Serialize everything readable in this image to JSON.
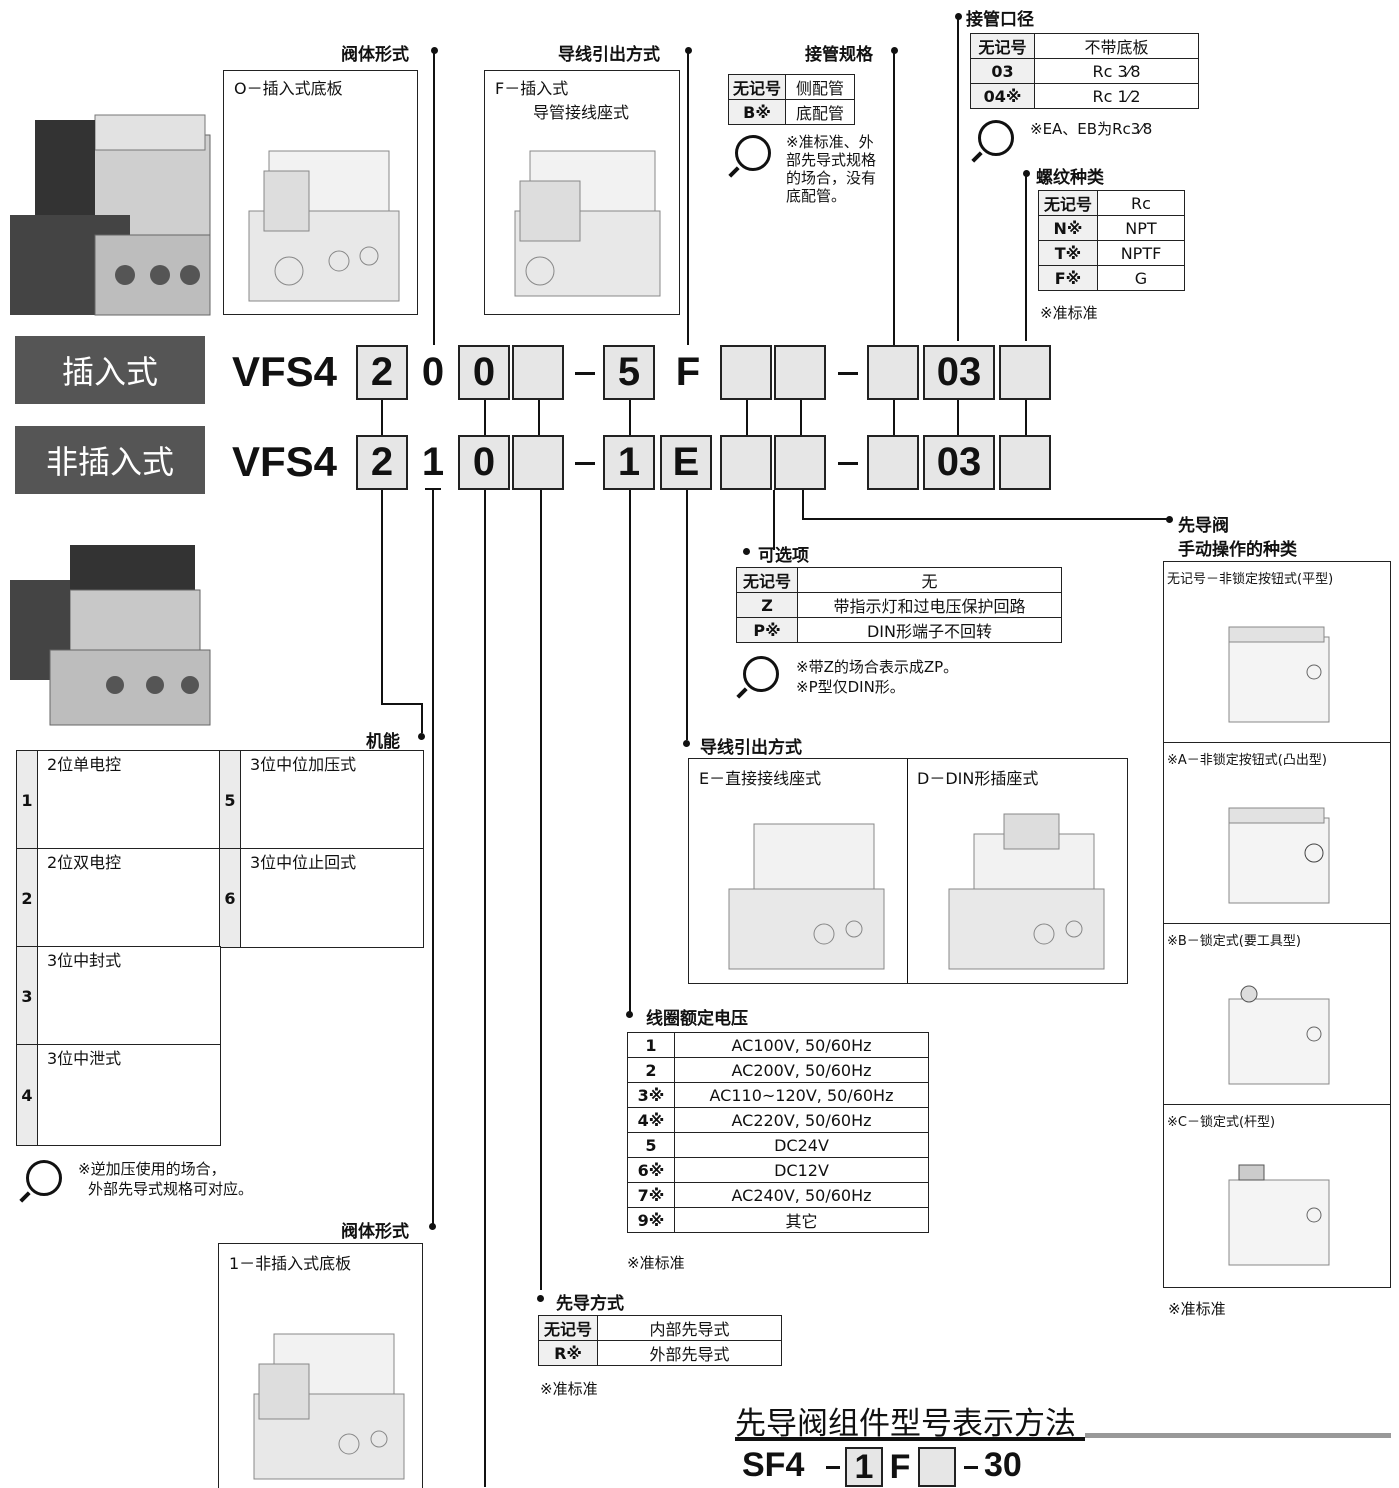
{
  "blocks": {
    "body_o": {
      "title": "阀体形式",
      "line1": "O－插入式底板"
    },
    "wire_f": {
      "title": "导线引出方式",
      "line1": "F－插入式",
      "line2": "导管接线座式"
    },
    "piping": {
      "title": "接管规格",
      "rows": [
        [
          "无记号",
          "侧配管"
        ],
        [
          "B※",
          "底配管"
        ]
      ],
      "note": "※准标准、外部先导式规格的场合，没有底配管。"
    },
    "port": {
      "title": "接管口径",
      "rows": [
        [
          "无记号",
          "不带底板"
        ],
        [
          "03",
          "Rc 3⁄8"
        ],
        [
          "04※",
          "Rc 1⁄2"
        ]
      ],
      "note": "※EA、EB为Rc3⁄8"
    },
    "thread": {
      "title": "螺纹种类",
      "rows": [
        [
          "无记号",
          "Rc"
        ],
        [
          "N※",
          "NPT"
        ],
        [
          "T※",
          "NPTF"
        ],
        [
          "F※",
          "G"
        ]
      ],
      "note": "※准标准"
    },
    "plugin_label": "插入式",
    "nonplugin_label": "非插入式",
    "model": "VFS4",
    "row1": {
      "c1": "2",
      "c2": "0",
      "c3": "0",
      "c5": "5",
      "c6": "F",
      "c10": "03"
    },
    "row2": {
      "c1": "2",
      "c2": "1",
      "c3": "0",
      "c5": "1",
      "c6": "E",
      "c10": "03"
    },
    "manual": {
      "title1": "先导阀",
      "title2": "手动操作的种类",
      "items": [
        "无记号－非锁定按钮式(平型)",
        "※A－非锁定按钮式(凸出型)",
        "※B－锁定式(要工具型)",
        "※C－锁定式(杆型)"
      ],
      "note": "※准标准"
    },
    "option": {
      "title": "可选项",
      "rows": [
        [
          "无记号",
          "无"
        ],
        [
          "Z",
          "带指示灯和过电压保护回路"
        ],
        [
          "P※",
          "DIN形端子不回转"
        ]
      ],
      "note1": "※带Z的场合表示成ZP。",
      "note2": "※P型仅DIN形。"
    },
    "function": {
      "title": "机能",
      "items": [
        [
          "1",
          "2位单电控"
        ],
        [
          "2",
          "2位双电控"
        ],
        [
          "3",
          "3位中封式"
        ],
        [
          "4",
          "3位中泄式"
        ],
        [
          "5",
          "3位中位加压式"
        ],
        [
          "6",
          "3位中位止回式"
        ]
      ],
      "note1": "※逆加压使用的场合，",
      "note2": "外部先导式规格可对应。"
    },
    "wire_e": {
      "title": "导线引出方式",
      "e": "E－直接接线座式",
      "d": "D－DIN形插座式"
    },
    "voltage": {
      "title": "线圈额定电压",
      "rows": [
        [
          "1",
          "AC100V, 50/60Hz"
        ],
        [
          "2",
          "AC200V, 50/60Hz"
        ],
        [
          "3※",
          "AC110~120V, 50/60Hz"
        ],
        [
          "4※",
          "AC220V, 50/60Hz"
        ],
        [
          "5",
          "DC24V"
        ],
        [
          "6※",
          "DC12V"
        ],
        [
          "7※",
          "AC240V, 50/60Hz"
        ],
        [
          "9※",
          "其它"
        ]
      ],
      "note": "※准标准"
    },
    "body_1": {
      "title": "阀体形式",
      "line1": "1－非插入式底板"
    },
    "pilot": {
      "title": "先导方式",
      "rows": [
        [
          "无记号",
          "内部先导式"
        ],
        [
          "R※",
          "外部先导式"
        ]
      ],
      "note": "※准标准"
    },
    "assembly": {
      "title": "先导阀组件型号表示方法",
      "code_a": "SF4",
      "code_b": "1",
      "code_c": "F",
      "code_d": "30"
    }
  }
}
